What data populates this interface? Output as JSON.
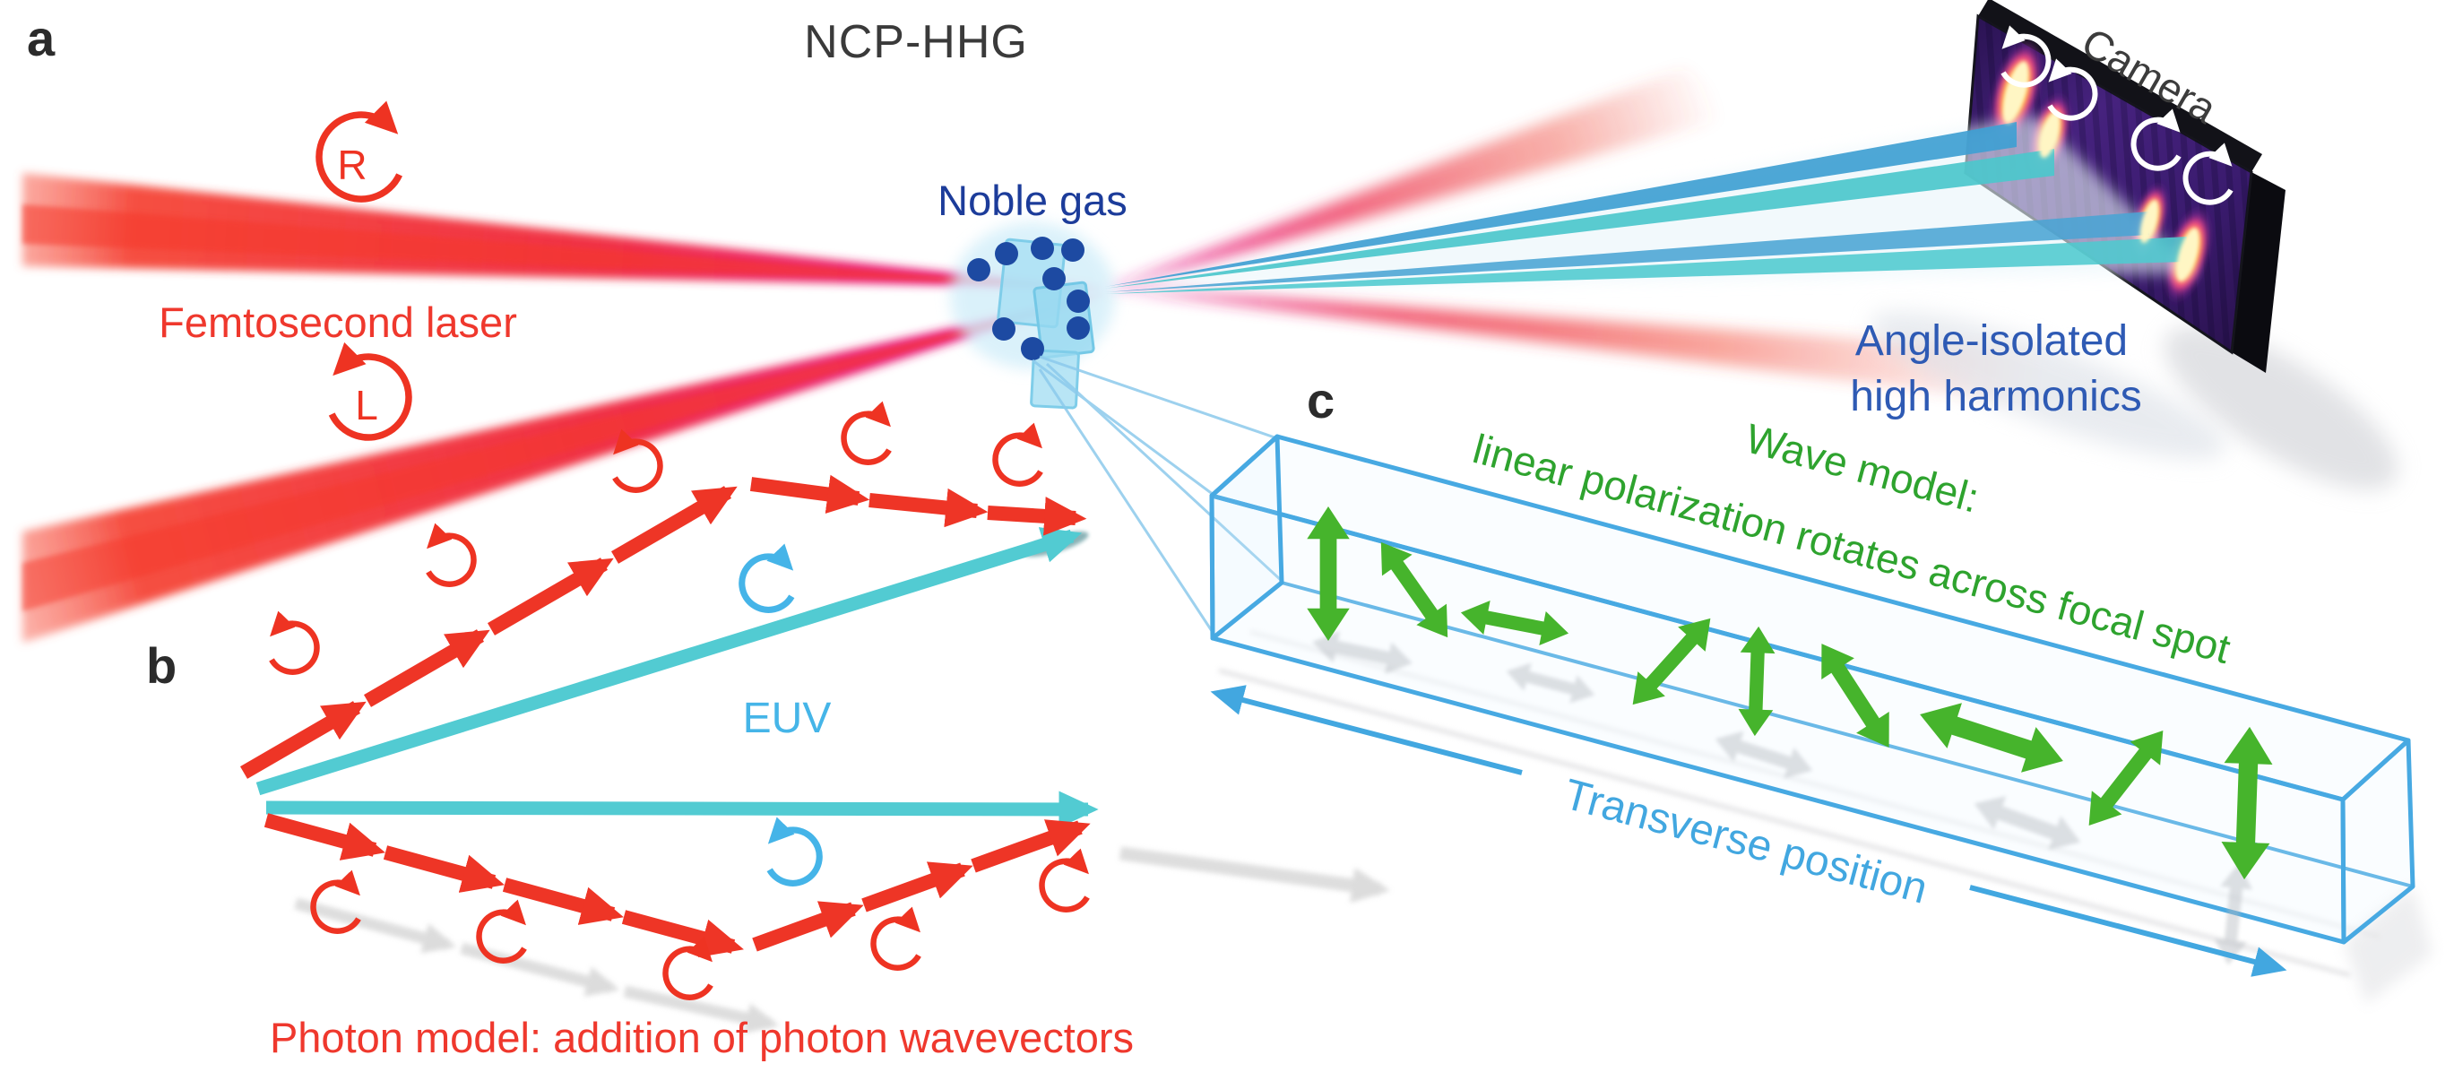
{
  "figure": {
    "panel_a_label": "a",
    "panel_b_label": "b",
    "panel_c_label": "c",
    "title": "NCP-HHG"
  },
  "labels": {
    "femtosecond_laser": "Femtosecond laser",
    "rotation_right": "R",
    "rotation_left": "L",
    "noble_gas": "Noble gas",
    "camera": "Camera",
    "angle_isolated_line1": "Angle-isolated",
    "angle_isolated_line2": "high harmonics",
    "euv": "EUV",
    "photon_model_caption": "Photon model: addition of photon wavevectors",
    "wave_model_line1": "Wave model:",
    "wave_model_line2": "linear polarization rotates across focal spot",
    "transverse_position": "Transverse position"
  },
  "colors": {
    "laser_red": "#f0382c",
    "laser_magenta": "#e9209a",
    "euv_teal": "#52cbd2",
    "euv_text_blue": "#45b5e8",
    "sky_blue": "#42a7e0",
    "navy_blue": "#1c3c9a",
    "harmonics_blue": "#2e5ab4",
    "text_green": "#2ea32e",
    "arrow_green": "#46b42c",
    "dark_text": "#3a3a3a",
    "detector_purple": "#3a1d68",
    "hot_spot_yellow": "#ffe98a",
    "background": "#ffffff"
  },
  "icons": {
    "clockwise_rotation": "clockwise-rotation-icon",
    "counterclockwise_rotation": "counterclockwise-rotation-icon",
    "polarization_double_arrow": "double-headed-arrow-icon"
  }
}
